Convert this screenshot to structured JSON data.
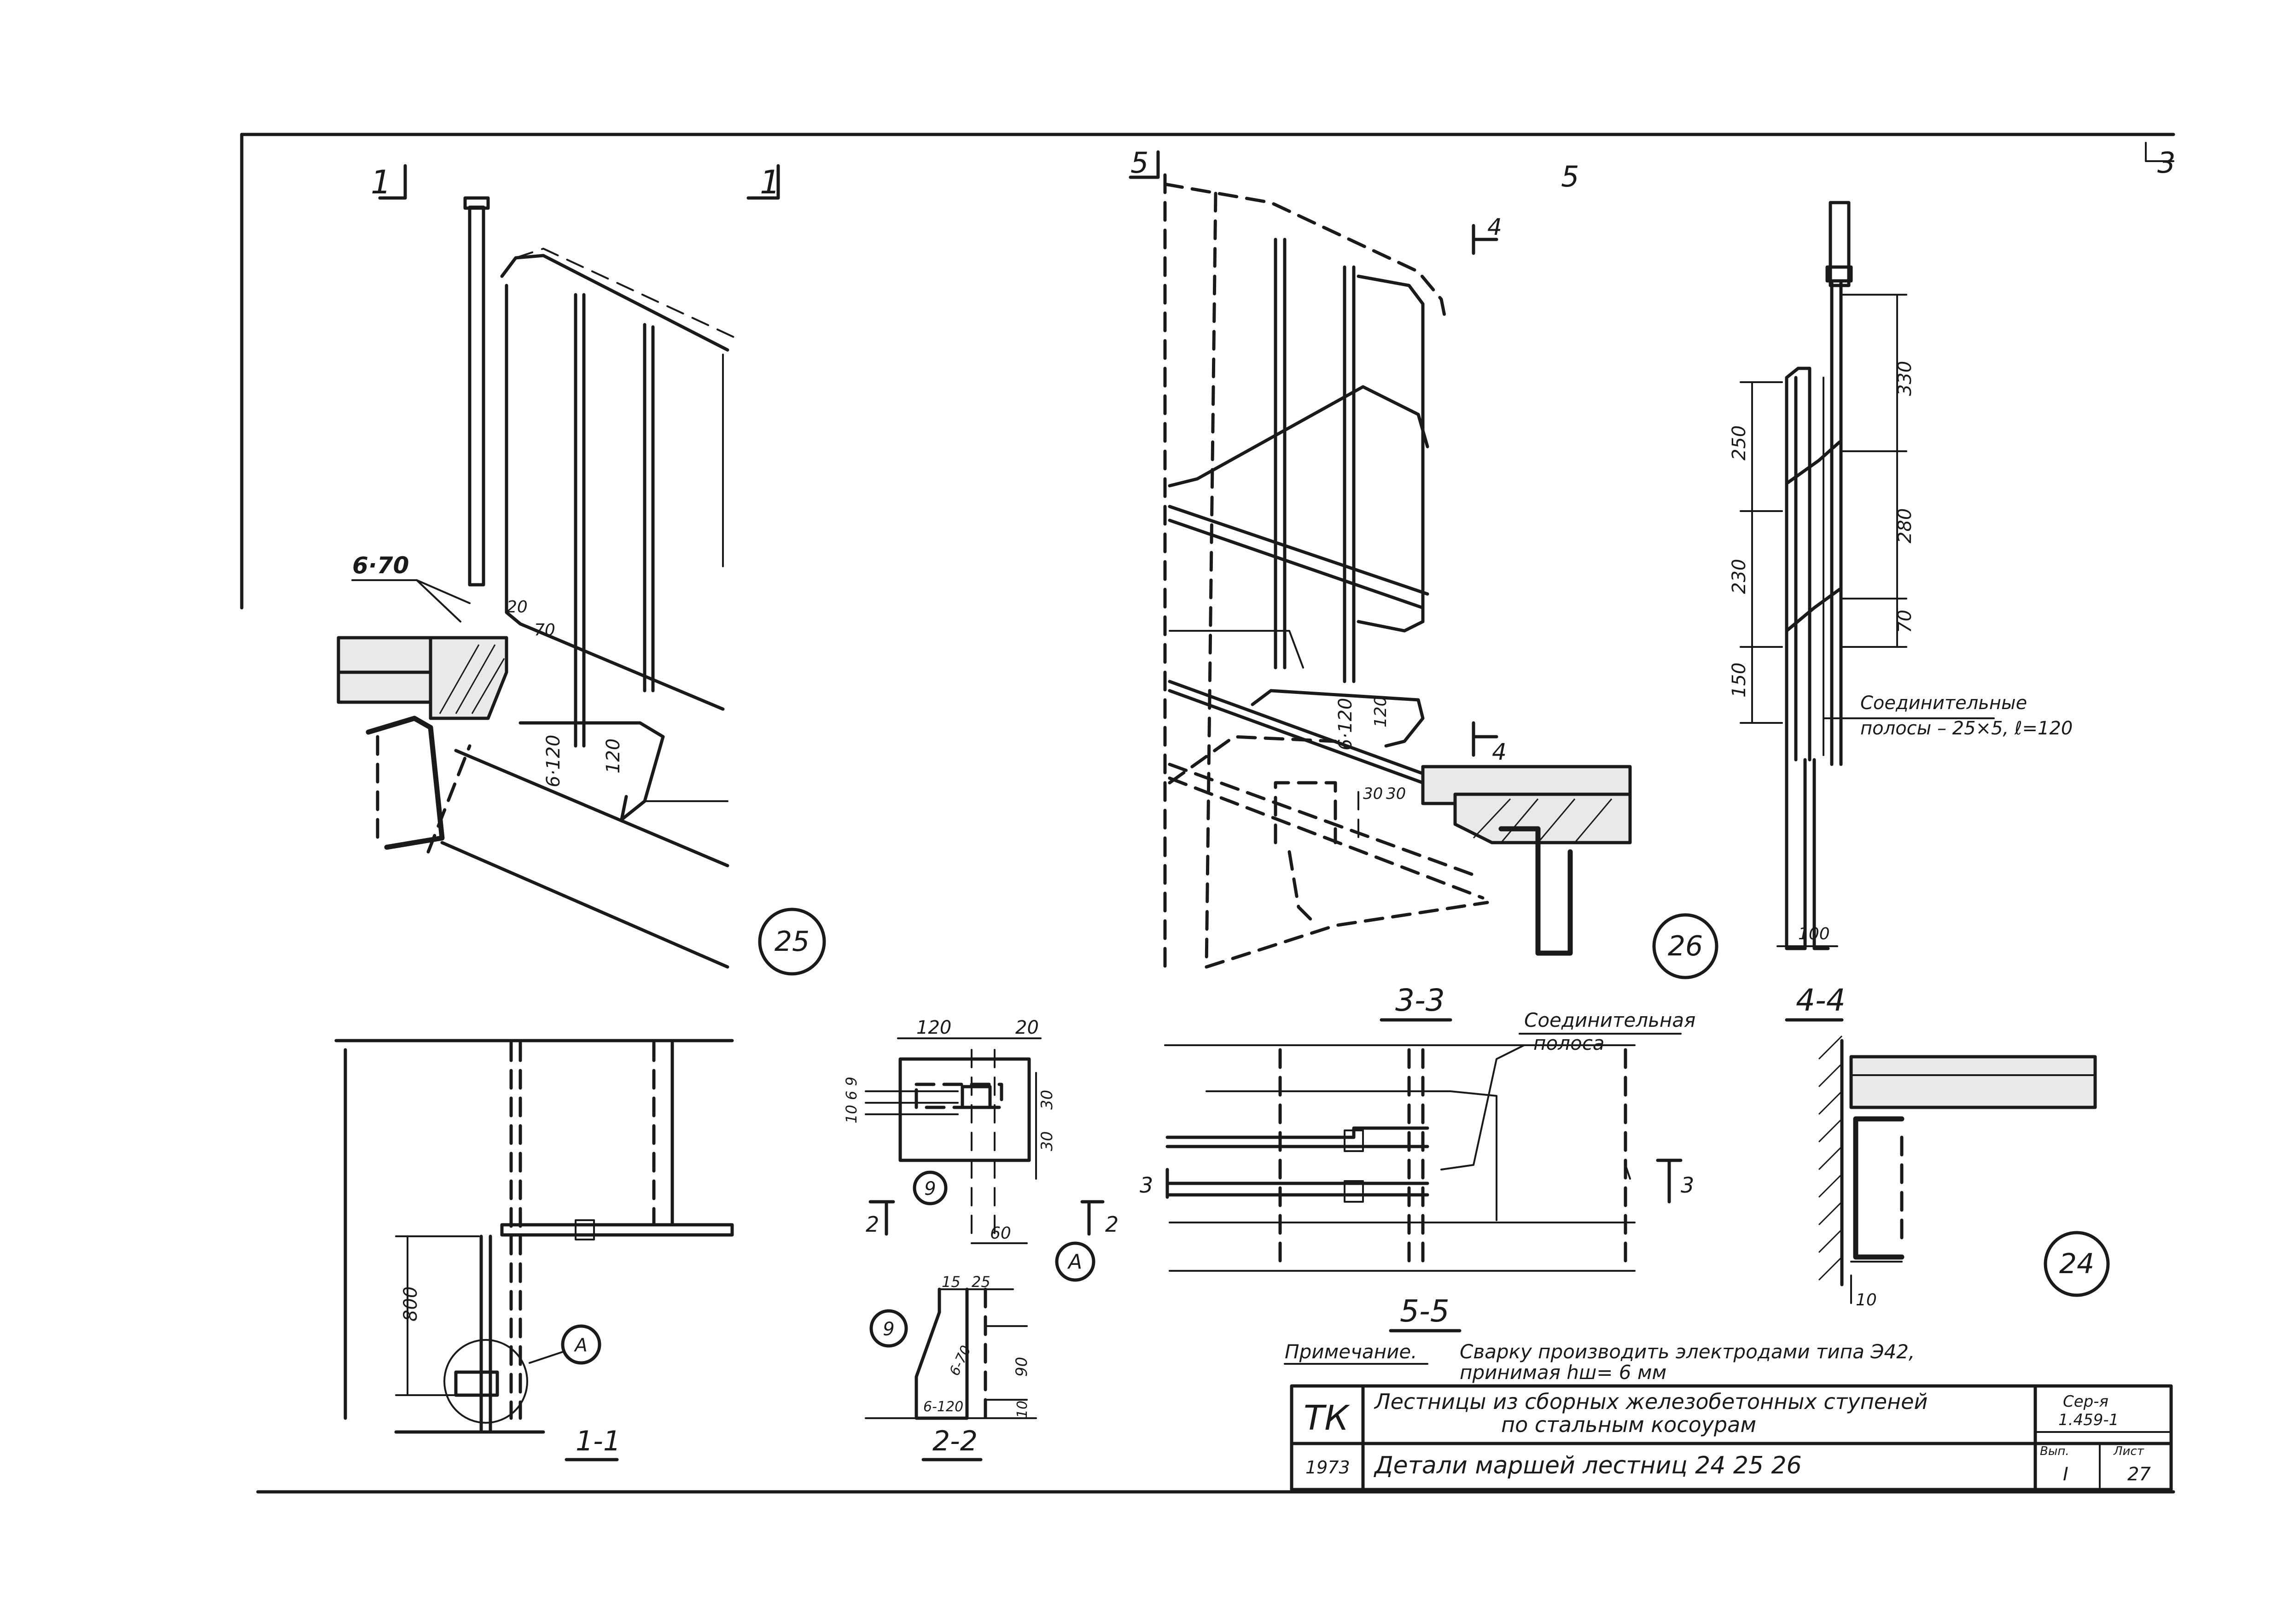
{
  "section_marks": {
    "top_left_1": "1",
    "top_left_2": "1",
    "top_mid_5": "5",
    "top_mid_5b": "5",
    "top_right_3": "3",
    "arrow_4_top": "4",
    "arrow_4_bottom": "4",
    "mark_2_left": "2",
    "mark_2_right": "2",
    "mark_3_left": "3",
    "mark_3_right": "3"
  },
  "detail_25": {
    "callout": "25",
    "weld_label_top": "6·70",
    "weld_label_bottom": "6·120",
    "dim_20": "20",
    "dim_70": "70",
    "dim_120": "120"
  },
  "detail_26": {
    "callout": "26",
    "weld_label": "6·120",
    "dim_120": "120",
    "dim_30a": "30",
    "dim_30b": "30",
    "section_title": "3-3"
  },
  "section_4_4": {
    "title": "4-4",
    "dims_left": [
      "250",
      "230",
      "150"
    ],
    "dims_right": [
      "330",
      "280",
      "70"
    ],
    "dim_bottom": "100",
    "note_line1": "Соединительные",
    "note_line2": "полосы – 25×5, ℓ=120"
  },
  "section_1_1": {
    "title": "1-1",
    "dim_vertical": "800",
    "detail_ref": "А"
  },
  "detail_A": {
    "ref": "А",
    "dim_120": "120",
    "dim_20": "20",
    "dim_60": "60",
    "dim_30a": "30",
    "dim_30b": "30",
    "left_dims": "10 6 9",
    "weld_mark": "9"
  },
  "section_2_2": {
    "title": "2-2",
    "weld_mark": "9",
    "dim_15": "15",
    "dim_25": "25",
    "dim_90": "90",
    "dim_10": "10",
    "weld_label_a": "6-70",
    "weld_label_b": "6-120"
  },
  "section_5_5": {
    "title": "5-5",
    "note_line1": "Соединительная",
    "note_line2": "полоса"
  },
  "detail_24": {
    "callout": "24",
    "dim_10": "10"
  },
  "note": {
    "label": "Примечание.",
    "line1": "Сварку производить электродами типа Э42,",
    "line2": "принимая hш= 6 мм"
  },
  "title_block": {
    "org": "ТК",
    "title_line1": "Лестницы из сборных железобетонных ступеней",
    "title_line2": "по стальным косоурам",
    "year": "1973",
    "sheet_title": "Детали маршей лестниц 24 25 26",
    "series_label": "Сер-я",
    "series_value": "1.459-1",
    "issue_label": "Вып.",
    "sheet_label": "Лист",
    "issue_value": "I",
    "sheet_value": "27"
  }
}
